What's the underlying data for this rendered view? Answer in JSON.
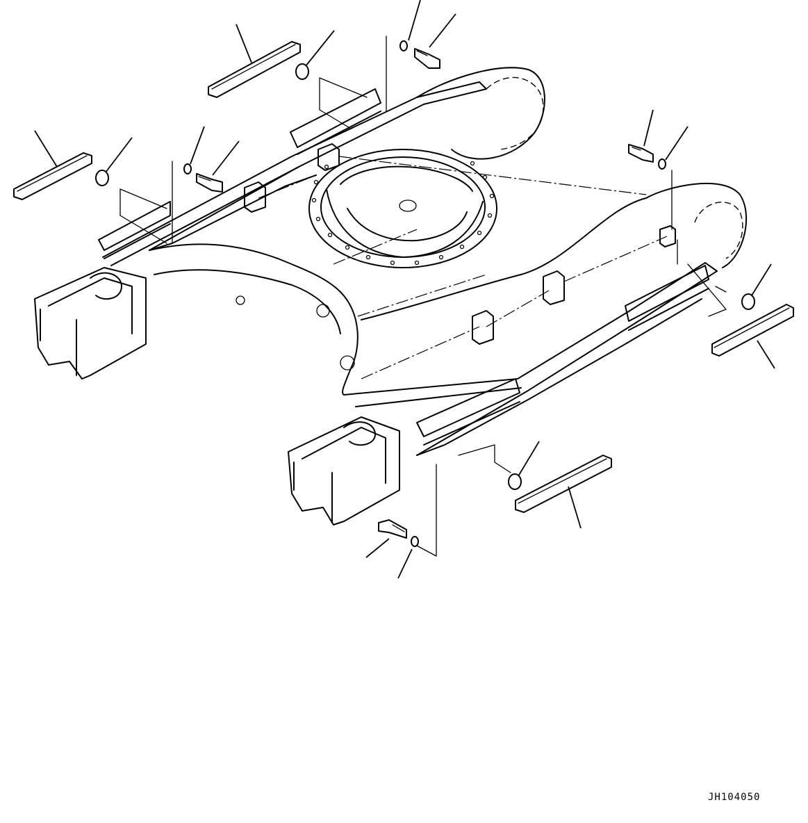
{
  "drawing": {
    "code": "JH104050",
    "parts": {
      "track_guard_rail": {
        "count": 4,
        "icon": "rail-guard-icon"
      },
      "spacer_washer": {
        "count": 4,
        "icon": "washer-icon"
      },
      "mounting_bolt": {
        "count": 4,
        "icon": "bolt-icon"
      },
      "lock_washer": {
        "count": 4,
        "icon": "lock-washer-icon"
      }
    },
    "colors": {
      "line": "#000000",
      "background": "#ffffff"
    }
  }
}
